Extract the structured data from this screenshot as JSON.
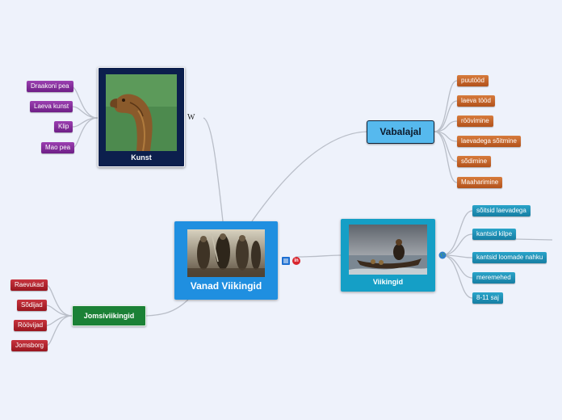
{
  "central": {
    "title": "Vanad Viikingid"
  },
  "kunst": {
    "title": "Kunst",
    "items": [
      "Draakoni pea",
      "Laeva kunst",
      "Klip",
      "Mao pea"
    ]
  },
  "vabalajal": {
    "title": "Vabalajal",
    "items": [
      "puutööd",
      "laeva tööd",
      "röövimine",
      "laevadega sõitmine",
      "sõdimine",
      "Maaharimine"
    ]
  },
  "viikingid": {
    "title": "Viikingid",
    "items": [
      "sõitsid laevadega",
      "kantsid kilpe",
      "kantsid loomade nahku",
      "meremehed",
      "8-11 saj"
    ]
  },
  "joms": {
    "title": "Jomsiviikingid",
    "items": [
      "Raevukad",
      "Sõdijad",
      "Röövijad",
      "Jomsborg"
    ]
  },
  "icons": {
    "wikipedia": "W",
    "notes_badge": "in"
  },
  "colors": {
    "background": "#eef2fb",
    "central": "#1f8fe0",
    "kunst": "#0c1f4d",
    "vabalajal": "#56b9ee",
    "viikingid": "#159fc6",
    "joms": "#1b8136",
    "purple_leaf": "#7e2a96",
    "orange_leaf": "#c0602a",
    "teal_leaf": "#1e93b8",
    "red_leaf": "#ad222c"
  }
}
